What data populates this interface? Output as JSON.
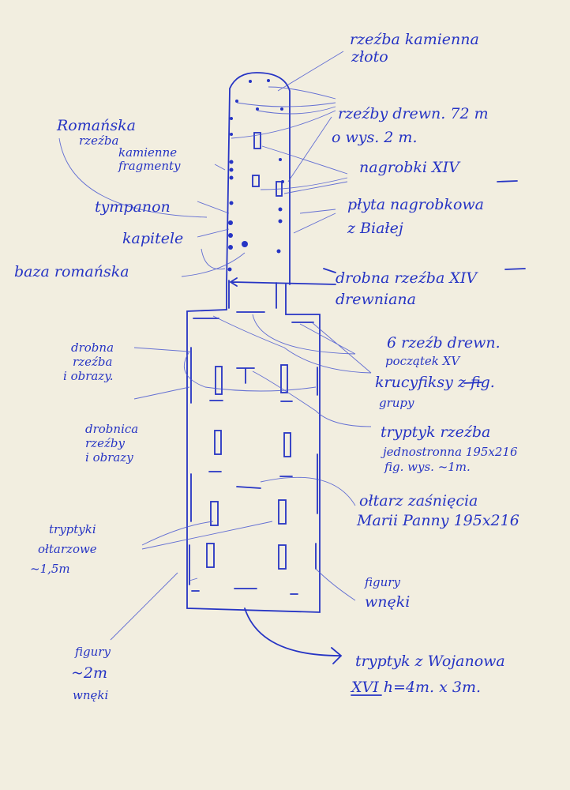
{
  "title": "Sketch plan of church interior with furnishings",
  "labels_right": {
    "stone_sculpture": [
      "rzeźba kamienna",
      "złoto"
    ],
    "wood_sculptures": [
      "rzeźby drewn. 72 m",
      "o wys. 2 m."
    ],
    "tombs": "nagrobki XIV",
    "tomb_slab": [
      "płyta nagrobkowa",
      "z Białej"
    ],
    "small_sculpture": [
      "drobna rzeźba XIV",
      "drewniana"
    ],
    "six_sculptures": [
      "6 rzeźb drewn.",
      "początek XV"
    ],
    "crucifixes": [
      "krucyfiksy z fig.",
      "grupy"
    ],
    "triptych_sculpture": [
      "tryptyk rzeźba",
      "jednostronna 195x216",
      "fig. wys. ~1m."
    ],
    "altar": [
      "ołtarz zaśnięcia",
      "Marii Panny 195x216"
    ],
    "niche_figures": [
      "figury",
      "wnęki"
    ],
    "wojanow_triptych": [
      "tryptyk z Wojanowa",
      "XVI  h=4m. x 3m."
    ]
  },
  "labels_left": {
    "romanesque": [
      "Romańska",
      "rzeźba"
    ],
    "stone_fragments": [
      "kamienne",
      "fragmenty"
    ],
    "tympanum": "tympanon",
    "capitals": "kapitele",
    "romanesque_base": "baza romańska",
    "small_sculpture_paintings": [
      "drobna",
      "rzeźba",
      "i obrazy."
    ],
    "small_items": [
      "drobnica",
      "rzeźby",
      "i obrazy"
    ],
    "altar_triptychs": [
      "tryptyki",
      "ołtarzowe",
      "~1,5m"
    ],
    "figures_2m": [
      "figury",
      "~2m",
      "wnęki"
    ]
  },
  "ink_color": "#2634c4",
  "paper_color": "#f2eee0"
}
